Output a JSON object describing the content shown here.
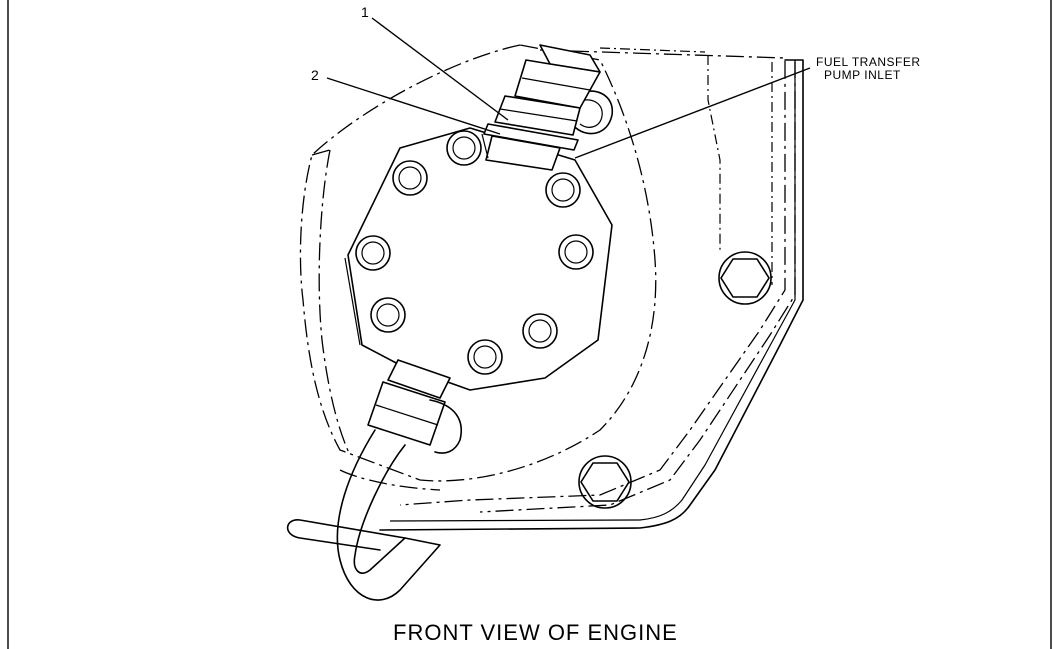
{
  "callouts": {
    "one": "1",
    "two": "2",
    "inlet_line1": "FUEL TRANSFER",
    "inlet_line2": "PUMP INLET"
  },
  "caption": "FRONT VIEW OF ENGINE"
}
